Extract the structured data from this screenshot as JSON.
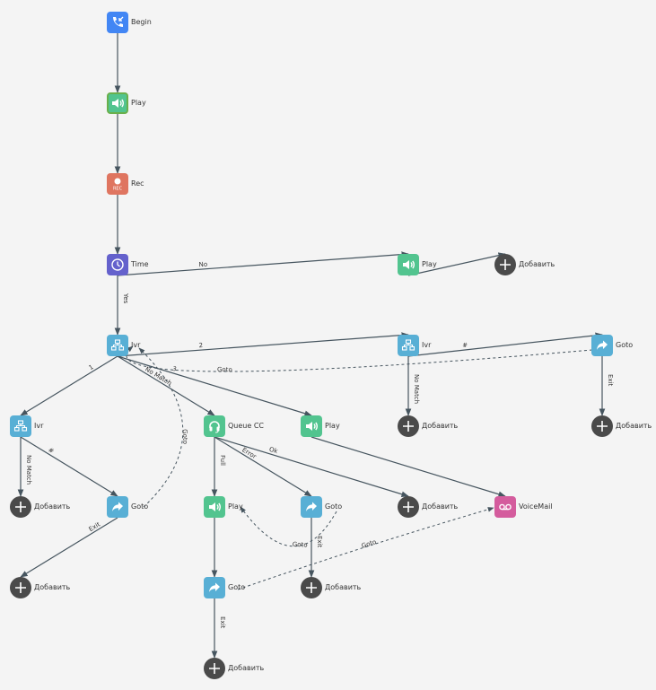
{
  "colors": {
    "begin": "#4286f4",
    "play": "#52c48f",
    "rec": "#df7560",
    "time": "#6461cc",
    "ivr": "#58afd5",
    "goto": "#58afd5",
    "queue": "#52c48f",
    "voicemail": "#d45c9d",
    "add": "#4a4a4a",
    "edge": "#46555f",
    "selected_border": "#6ab04c"
  },
  "nodes": [
    {
      "id": "begin",
      "type": "begin",
      "icon": "phone-incoming-icon",
      "label": "Begin"
    },
    {
      "id": "play1",
      "type": "play",
      "icon": "speaker-icon",
      "label": "Play",
      "selected": true
    },
    {
      "id": "rec",
      "type": "rec",
      "icon": "record-icon",
      "label": "Rec",
      "badge": "REC"
    },
    {
      "id": "time",
      "type": "time",
      "icon": "clock-icon",
      "label": "Time"
    },
    {
      "id": "play2",
      "type": "play",
      "icon": "speaker-icon",
      "label": "Play"
    },
    {
      "id": "add1",
      "type": "add",
      "icon": "plus-icon",
      "label": "Добавить"
    },
    {
      "id": "ivr1",
      "type": "ivr",
      "icon": "ivr-tree-icon",
      "label": "Ivr"
    },
    {
      "id": "ivr2",
      "type": "ivr",
      "icon": "ivr-tree-icon",
      "label": "Ivr"
    },
    {
      "id": "goto1",
      "type": "goto",
      "icon": "share-arrow-icon",
      "label": "Goto"
    },
    {
      "id": "add2",
      "type": "add",
      "icon": "plus-icon",
      "label": "Добавить"
    },
    {
      "id": "add3",
      "type": "add",
      "icon": "plus-icon",
      "label": "Добавить"
    },
    {
      "id": "ivr3",
      "type": "ivr",
      "icon": "ivr-tree-icon",
      "label": "Ivr"
    },
    {
      "id": "queue",
      "type": "queue",
      "icon": "headset-icon",
      "label": "Queue CC"
    },
    {
      "id": "play3",
      "type": "play",
      "icon": "speaker-icon",
      "label": "Play"
    },
    {
      "id": "add4",
      "type": "add",
      "icon": "plus-icon",
      "label": "Добавить"
    },
    {
      "id": "goto2",
      "type": "goto",
      "icon": "share-arrow-icon",
      "label": "Goto"
    },
    {
      "id": "play4",
      "type": "play",
      "icon": "speaker-icon",
      "label": "Play"
    },
    {
      "id": "goto3",
      "type": "goto",
      "icon": "share-arrow-icon",
      "label": "Goto"
    },
    {
      "id": "add5",
      "type": "add",
      "icon": "plus-icon",
      "label": "Добавить"
    },
    {
      "id": "voicemail",
      "type": "voicemail",
      "icon": "voicemail-icon",
      "label": "VoiceMail"
    },
    {
      "id": "add6",
      "type": "add",
      "icon": "plus-icon",
      "label": "Добавить"
    },
    {
      "id": "goto4",
      "type": "goto",
      "icon": "share-arrow-icon",
      "label": "Goto"
    },
    {
      "id": "add7",
      "type": "add",
      "icon": "plus-icon",
      "label": "Добавить"
    },
    {
      "id": "add8",
      "type": "add",
      "icon": "plus-icon",
      "label": "Добавить"
    }
  ],
  "edges": [
    {
      "from": "begin",
      "to": "play1",
      "label": ""
    },
    {
      "from": "play1",
      "to": "rec",
      "label": ""
    },
    {
      "from": "rec",
      "to": "time",
      "label": ""
    },
    {
      "from": "time",
      "to": "ivr1",
      "label": "Yes"
    },
    {
      "from": "time",
      "to": "play2",
      "label": "No"
    },
    {
      "from": "play2",
      "to": "add1",
      "label": ""
    },
    {
      "from": "ivr1",
      "to": "ivr2",
      "label": "2"
    },
    {
      "from": "ivr1",
      "to": "ivr3",
      "label": "1"
    },
    {
      "from": "ivr1",
      "to": "queue",
      "label": "No Match"
    },
    {
      "from": "ivr1",
      "to": "play3",
      "label": "3"
    },
    {
      "from": "ivr2",
      "to": "goto1",
      "label": "#"
    },
    {
      "from": "ivr2",
      "to": "add2",
      "label": "No Match"
    },
    {
      "from": "goto1",
      "to": "add3",
      "label": "Exit"
    },
    {
      "from": "goto1",
      "to": "ivr1",
      "label": "Goto",
      "dashed": true
    },
    {
      "from": "ivr3",
      "to": "add4",
      "label": "No Match"
    },
    {
      "from": "ivr3",
      "to": "goto2",
      "label": "#"
    },
    {
      "from": "goto2",
      "to": "add6",
      "label": "Exit"
    },
    {
      "from": "goto2",
      "to": "ivr1",
      "label": "Goto",
      "dashed": true
    },
    {
      "from": "queue",
      "to": "play4",
      "label": "Full"
    },
    {
      "from": "queue",
      "to": "goto3",
      "label": "Error"
    },
    {
      "from": "queue",
      "to": "add5",
      "label": "Ok"
    },
    {
      "from": "play3",
      "to": "voicemail",
      "label": ""
    },
    {
      "from": "play4",
      "to": "goto4",
      "label": ""
    },
    {
      "from": "goto3",
      "to": "add7",
      "label": "Exit"
    },
    {
      "from": "goto3",
      "to": "play4",
      "label": "Goto",
      "dashed": true
    },
    {
      "from": "goto4",
      "to": "add8",
      "label": "Exit"
    },
    {
      "from": "goto4",
      "to": "voicemail",
      "label": "Goto",
      "dashed": true
    }
  ]
}
